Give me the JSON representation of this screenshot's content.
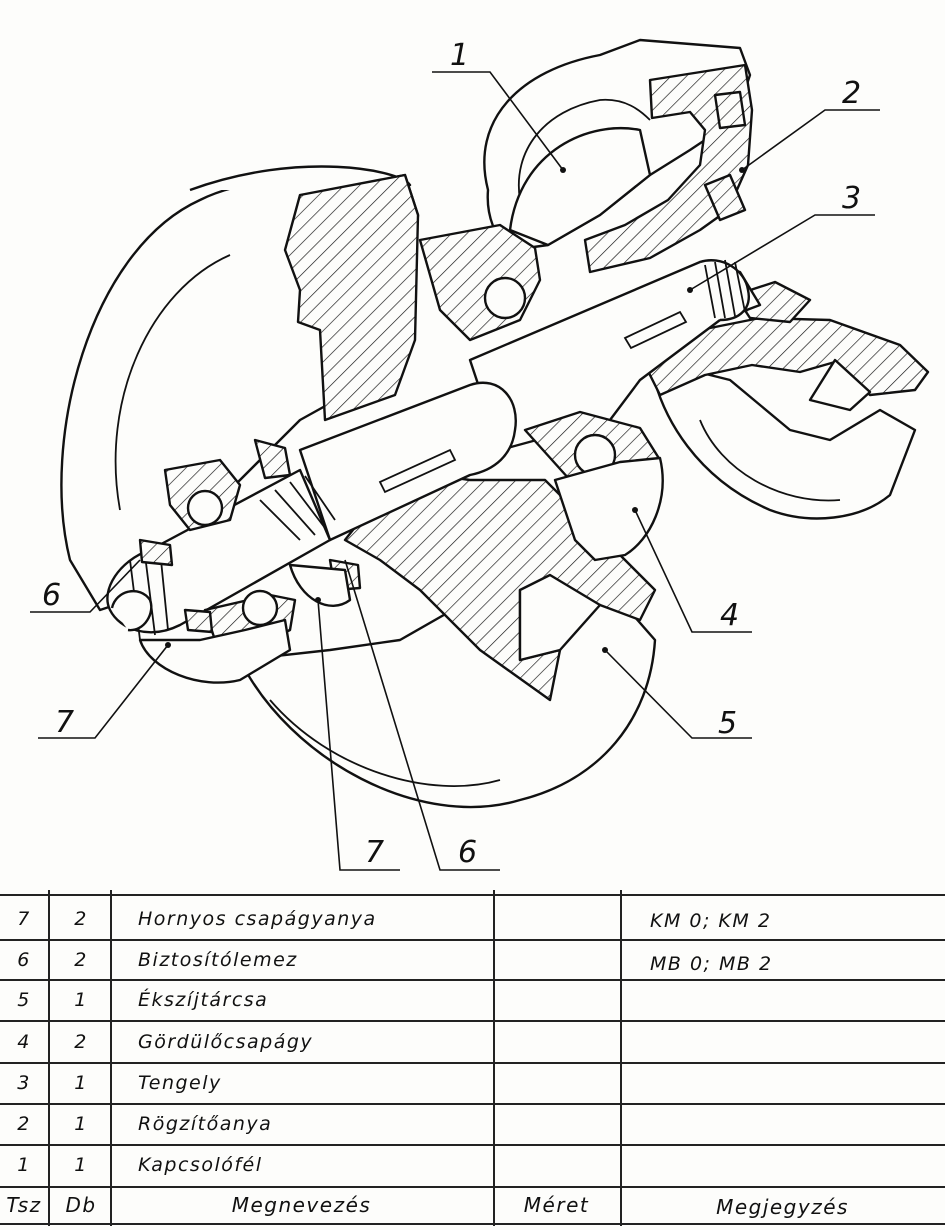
{
  "callouts": [
    "1",
    "2",
    "3",
    "4",
    "5",
    "6",
    "7",
    "7",
    "6"
  ],
  "table": {
    "headers": {
      "tsz": "Tsz",
      "db": "Db",
      "name": "Megnevezés",
      "size": "Méret",
      "note": "Megjegyzés"
    },
    "rows": [
      {
        "tsz": "7",
        "db": "2",
        "name": "Hornyos csapágyanya",
        "size": "",
        "note": "KM 0;      KM 2"
      },
      {
        "tsz": "6",
        "db": "2",
        "name": "Biztosítólemez",
        "size": "",
        "note": "MB 0;      MB 2"
      },
      {
        "tsz": "5",
        "db": "1",
        "name": "Ékszíjtárcsa",
        "size": "",
        "note": ""
      },
      {
        "tsz": "4",
        "db": "2",
        "name": "Gördülőcsapágy",
        "size": "",
        "note": ""
      },
      {
        "tsz": "3",
        "db": "1",
        "name": "Tengely",
        "size": "",
        "note": ""
      },
      {
        "tsz": "2",
        "db": "1",
        "name": "Rögzítőanya",
        "size": "",
        "note": ""
      },
      {
        "tsz": "1",
        "db": "1",
        "name": "Kapcsolófél",
        "size": "",
        "note": ""
      }
    ]
  }
}
